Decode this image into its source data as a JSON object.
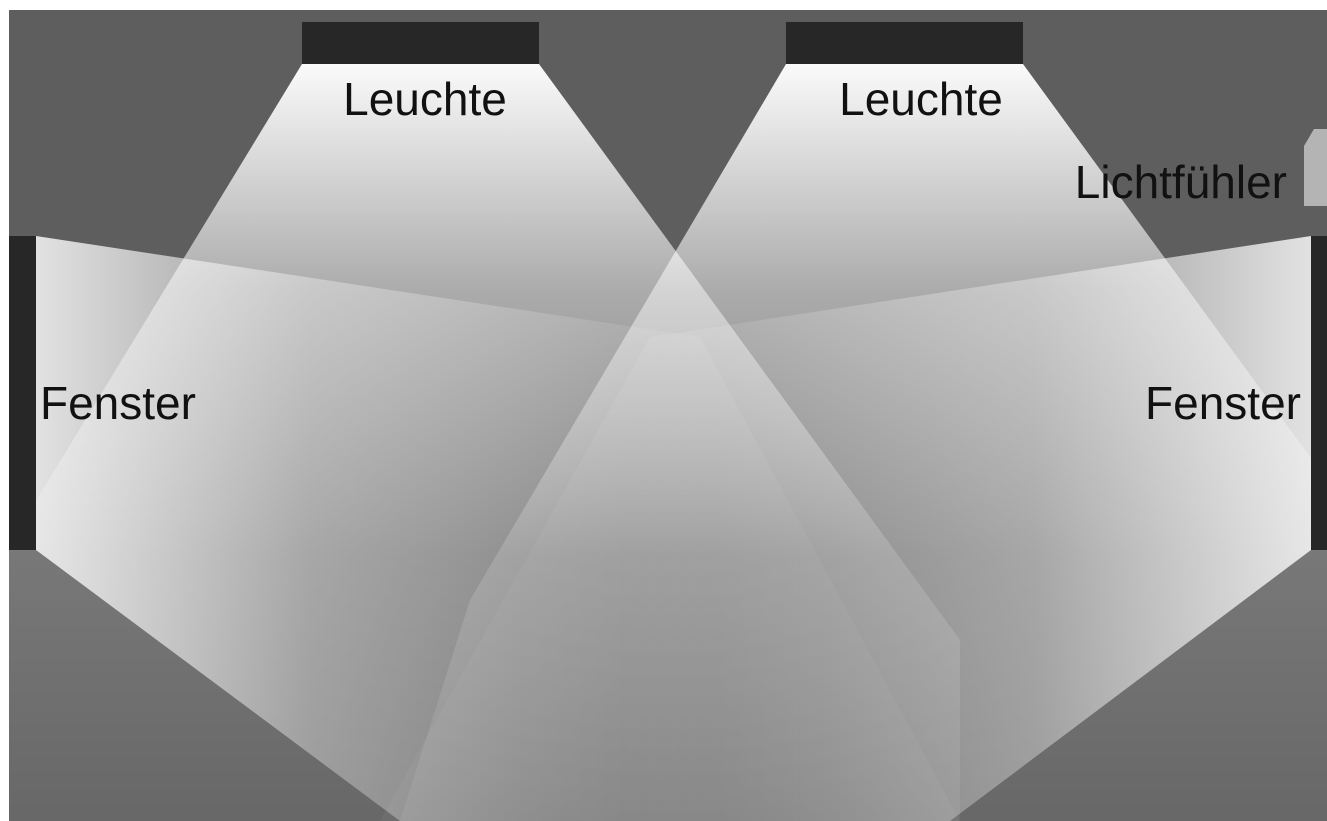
{
  "colors": {
    "background": "#ffffff",
    "room": "#5e5e5e",
    "fixture": "#272727",
    "sensor": "#b4b4b4",
    "light": "#ffffff",
    "label": "#111111"
  },
  "elements": {
    "luminaires": [
      {
        "label": "Leuchte",
        "icon": "ceiling-lamp"
      },
      {
        "label": "Leuchte",
        "icon": "ceiling-lamp"
      }
    ],
    "windows": [
      {
        "label": "Fenster",
        "icon": "window"
      },
      {
        "label": "Fenster",
        "icon": "window"
      }
    ],
    "sensor": {
      "label": "Lichtfühler",
      "icon": "light-sensor"
    }
  }
}
